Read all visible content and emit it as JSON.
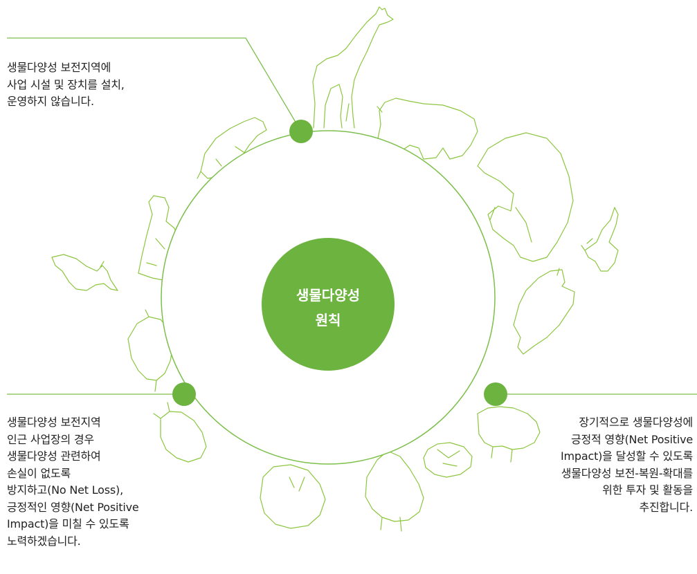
{
  "center": {
    "line1": "생물다양성",
    "line2": "원칙"
  },
  "notes": {
    "top": [
      "생물다양성 보전지역에",
      "사업 시설 및 장치를 설치,",
      "운영하지 않습니다."
    ],
    "left": [
      "생물다양성 보전지역",
      "인근 사업장의 경우",
      "생물다양성 관련하여",
      "손실이 없도록",
      "방지하고(No Net Loss),",
      "긍정적인 영향(Net Positive",
      "Impact)을 미칠 수 있도록",
      "노력하겠습니다."
    ],
    "right": [
      "장기적으로 생물다양성에",
      "긍정적 영향(Net Positive",
      "Impact)을 달성할 수 있도록",
      "생물다양성 보전-복원-확대를",
      "위한 투자 및 활동을",
      "추진합니다."
    ]
  },
  "colors": {
    "accent": "#6db33f",
    "line": "#7cbf4a",
    "outline": "#8cc63f"
  },
  "icons": [
    "giraffe-icon",
    "hippo-icon",
    "elephant-icon",
    "bird-right-icon",
    "rhino-icon",
    "bear-icon",
    "tortoise-icon",
    "camel-icon",
    "lion-icon",
    "bird-left-icon",
    "fox-icon",
    "goat-icon",
    "pig-icon"
  ]
}
